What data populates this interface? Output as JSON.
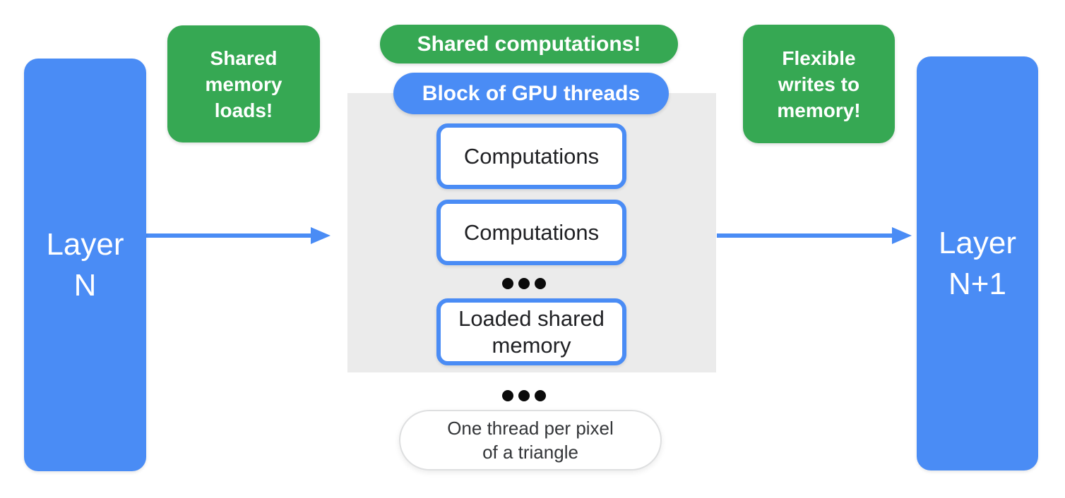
{
  "colors": {
    "blue": "#4A8CF5",
    "green": "#36A853",
    "panel_gray": "#EBEBEB",
    "text_dark": "#202124",
    "caption_text": "#333538",
    "pill_border": "#DEDFE0",
    "white": "#FFFFFF"
  },
  "layers": {
    "left": {
      "label": "Layer\nN"
    },
    "right": {
      "label": "Layer\nN+1"
    }
  },
  "annotations": {
    "left": "Shared\nmemory\nloads!",
    "center": "Shared computations!",
    "right": "Flexible\nwrites to\nmemory!"
  },
  "block": {
    "title": "Block of GPU threads",
    "items": [
      {
        "label": "Computations"
      },
      {
        "label": "Computations"
      },
      {
        "label": "Loaded shared\nmemory"
      }
    ]
  },
  "caption": "One thread per pixel\nof a triangle"
}
